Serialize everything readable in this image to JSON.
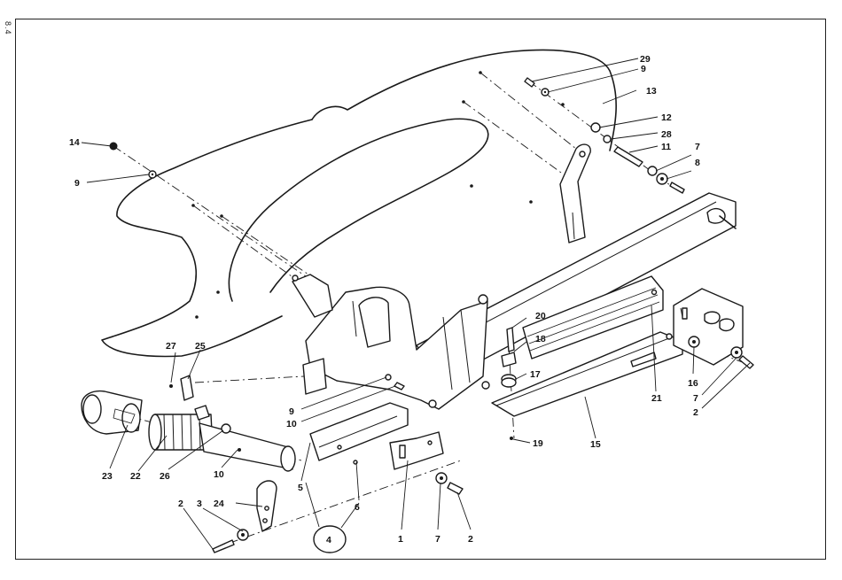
{
  "page_code": "8.4",
  "callouts": [
    {
      "id": "c29",
      "text": "29"
    },
    {
      "id": "c9a",
      "text": "9"
    },
    {
      "id": "c13",
      "text": "13"
    },
    {
      "id": "c12",
      "text": "12"
    },
    {
      "id": "c28",
      "text": "28"
    },
    {
      "id": "c11",
      "text": "11"
    },
    {
      "id": "c7a",
      "text": "7"
    },
    {
      "id": "c8",
      "text": "8"
    },
    {
      "id": "c14",
      "text": "14"
    },
    {
      "id": "c9b",
      "text": "9"
    },
    {
      "id": "c20",
      "text": "20"
    },
    {
      "id": "c18",
      "text": "18"
    },
    {
      "id": "c17",
      "text": "17"
    },
    {
      "id": "c16",
      "text": "16"
    },
    {
      "id": "c7b",
      "text": "7"
    },
    {
      "id": "c2a",
      "text": "2"
    },
    {
      "id": "c21",
      "text": "21"
    },
    {
      "id": "c15",
      "text": "15"
    },
    {
      "id": "c19",
      "text": "19"
    },
    {
      "id": "c27",
      "text": "27"
    },
    {
      "id": "c25",
      "text": "25"
    },
    {
      "id": "c9c",
      "text": "9"
    },
    {
      "id": "c10a",
      "text": "10"
    },
    {
      "id": "c23",
      "text": "23"
    },
    {
      "id": "c22",
      "text": "22"
    },
    {
      "id": "c26",
      "text": "26"
    },
    {
      "id": "c10b",
      "text": "10"
    },
    {
      "id": "c5",
      "text": "5"
    },
    {
      "id": "c6",
      "text": "6"
    },
    {
      "id": "c4",
      "text": "4"
    },
    {
      "id": "c24",
      "text": "24"
    },
    {
      "id": "c2b",
      "text": "2"
    },
    {
      "id": "c3",
      "text": "3"
    },
    {
      "id": "c1",
      "text": "1"
    },
    {
      "id": "c7c",
      "text": "7"
    },
    {
      "id": "c2c",
      "text": "2"
    }
  ]
}
